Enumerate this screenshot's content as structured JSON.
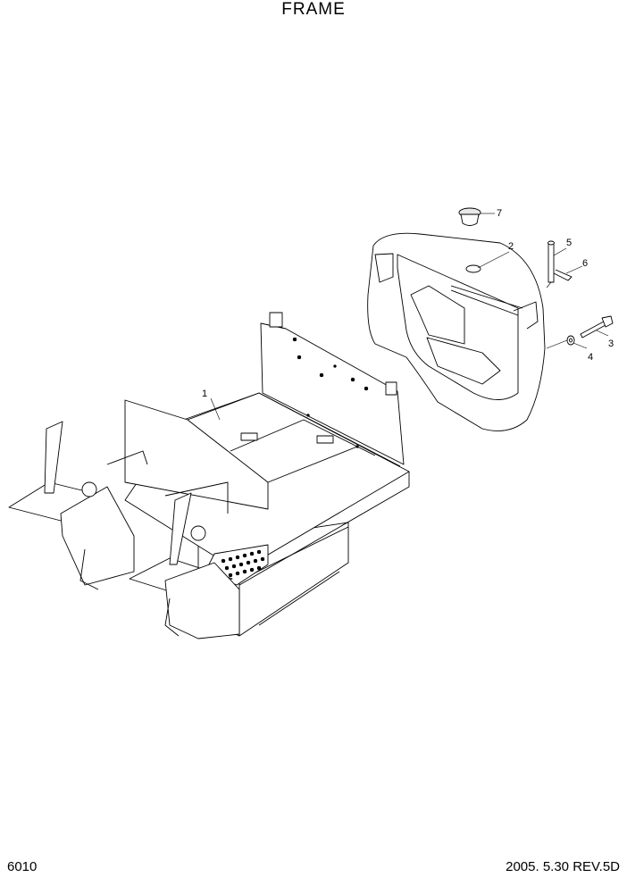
{
  "title": "FRAME",
  "page_number": "6010",
  "revision": "2005. 5.30 REV.5D",
  "callouts": [
    "1",
    "2",
    "3",
    "4",
    "5",
    "6",
    "7"
  ]
}
